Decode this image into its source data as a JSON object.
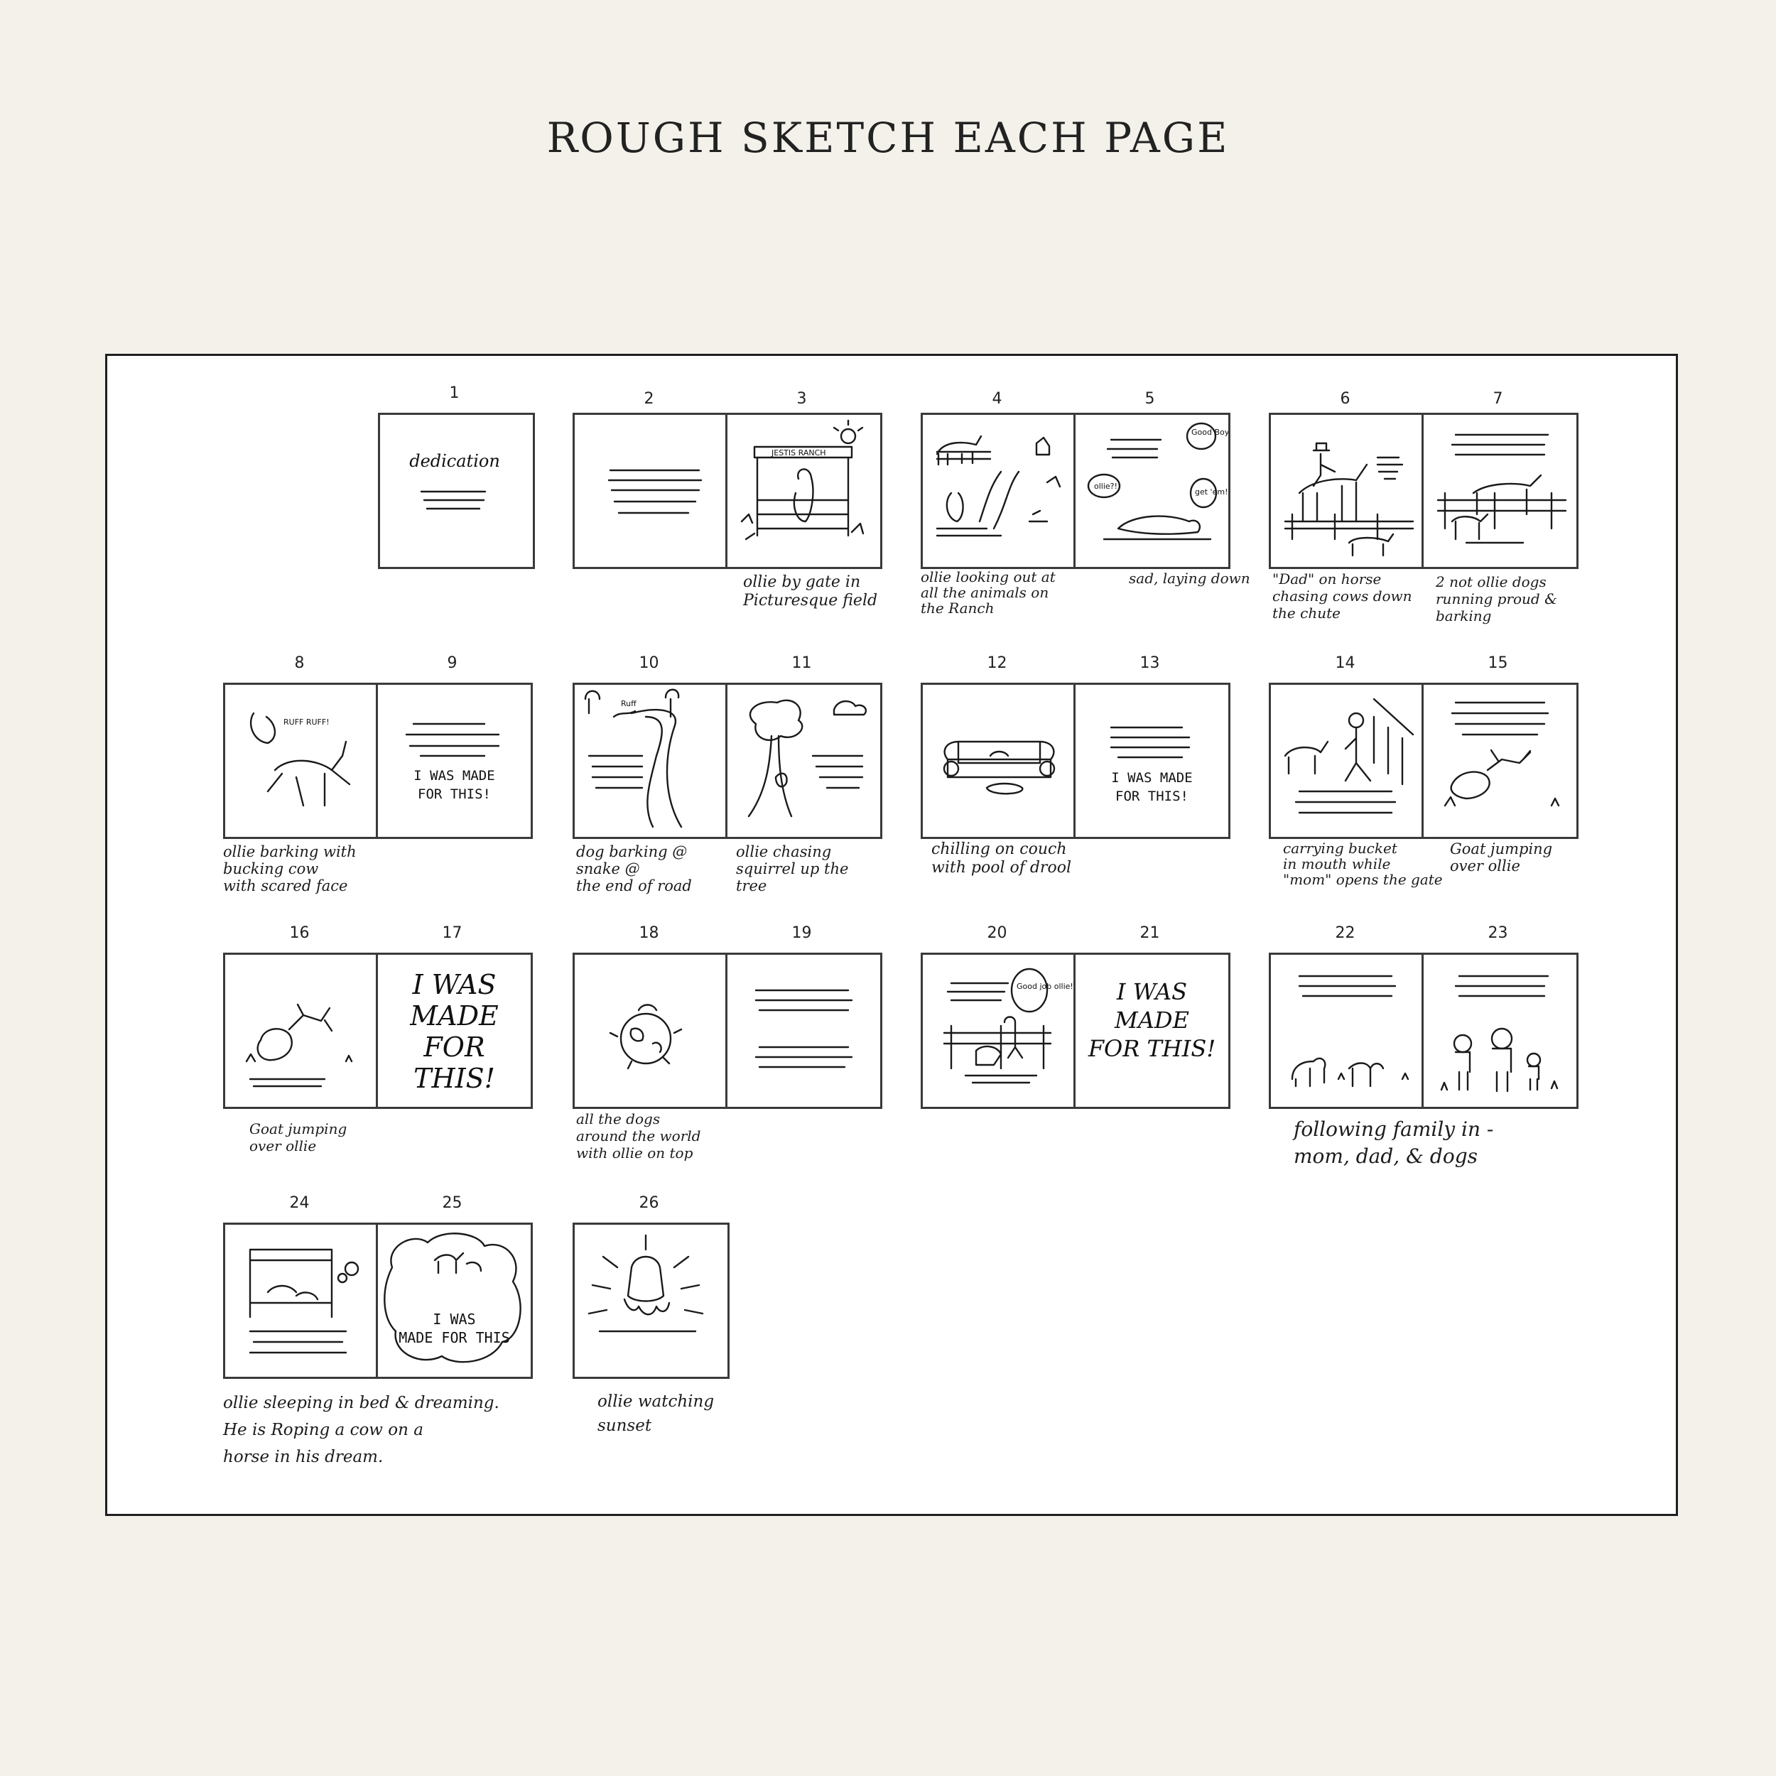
{
  "title": "ROUGH SKETCH EACH PAGE",
  "pages": [
    {
      "num": "1",
      "text": "dedication"
    },
    {
      "num": "2"
    },
    {
      "num": "3",
      "sign": "JESTIS RANCH"
    },
    {
      "num": "4"
    },
    {
      "num": "5",
      "bubbles": [
        "ollie?!",
        "Good Boy",
        "get 'em!"
      ]
    },
    {
      "num": "6"
    },
    {
      "num": "7"
    },
    {
      "num": "8",
      "sound": "RUFF RUFF!"
    },
    {
      "num": "9",
      "text": "I WAS MADE\nFOR THIS!"
    },
    {
      "num": "10",
      "sound": "Ruff"
    },
    {
      "num": "11"
    },
    {
      "num": "12"
    },
    {
      "num": "13",
      "text": "I WAS MADE\nFOR THIS!"
    },
    {
      "num": "14"
    },
    {
      "num": "15"
    },
    {
      "num": "16"
    },
    {
      "num": "17",
      "text": "I WAS\nMADE\nFOR\nTHIS!"
    },
    {
      "num": "18"
    },
    {
      "num": "19"
    },
    {
      "num": "20",
      "bubble": "Good job ollie!"
    },
    {
      "num": "21",
      "text": "I WAS\nMADE\nFOR THIS!"
    },
    {
      "num": "22"
    },
    {
      "num": "23"
    },
    {
      "num": "24"
    },
    {
      "num": "25",
      "text": "I WAS\nMADE FOR THIS"
    },
    {
      "num": "26"
    }
  ],
  "captions": {
    "c3": "ollie by gate in\nPicturesque field",
    "c4": "ollie looking out at\nall the animals on\nthe Ranch",
    "c5": "sad, laying down",
    "c6": "\"Dad\" on horse\nchasing cows down\nthe chute",
    "c7": "2 not ollie dogs\nrunning proud &\nbarking",
    "c8": "ollie barking with\nbucking cow\nwith scared face",
    "c10": "dog barking @\nsnake @\nthe end of road",
    "c11": "ollie chasing\nsquirrel up the\ntree",
    "c12": "chilling on couch\nwith pool of drool",
    "c14": "carrying bucket\nin mouth while\n\"mom\" opens the gate",
    "c15": "Goat jumping\nover ollie",
    "c16": "Goat jumping\nover ollie",
    "c18": "all the dogs\naround the world\nwith ollie on top",
    "c22": "following family in -\nmom, dad, & dogs",
    "c24": "ollie sleeping in bed & dreaming.\nHe is Roping a cow on a\nhorse in his dream.",
    "c26": "ollie watching\nsunset"
  },
  "colors": {
    "background": "#f3f1ea",
    "sheet": "#ffffff",
    "ink": "#1e1e1e"
  }
}
